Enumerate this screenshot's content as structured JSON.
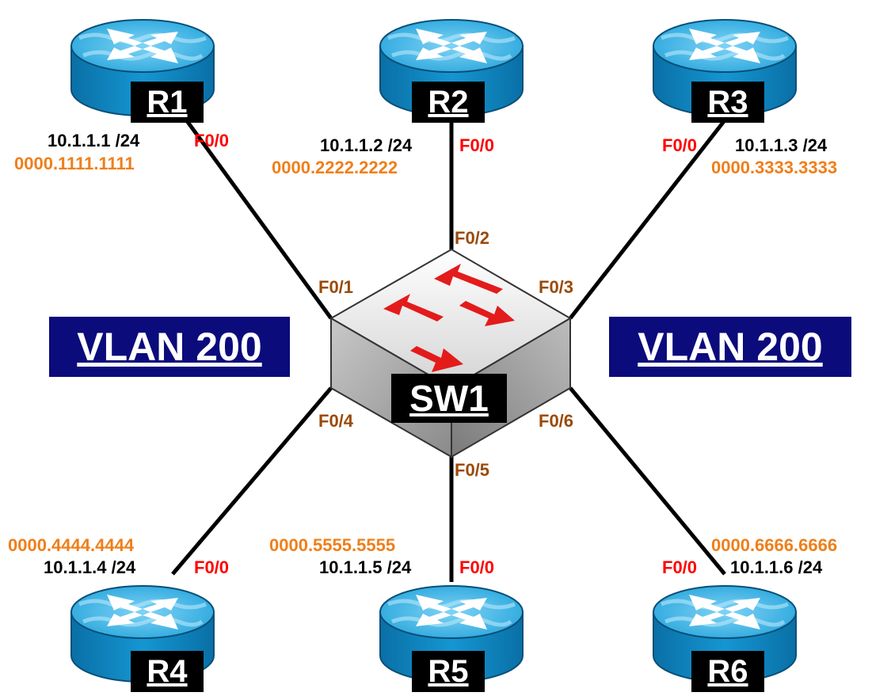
{
  "routers": [
    {
      "name": "R1",
      "ip": "10.1.1.1 /24",
      "mac": "0000.1111.1111",
      "port": "F0/0"
    },
    {
      "name": "R2",
      "ip": "10.1.1.2 /24",
      "mac": "0000.2222.2222",
      "port": "F0/0"
    },
    {
      "name": "R3",
      "ip": "10.1.1.3 /24",
      "mac": "0000.3333.3333",
      "port": "F0/0"
    },
    {
      "name": "R4",
      "ip": "10.1.1.4 /24",
      "mac": "0000.4444.4444",
      "port": "F0/0"
    },
    {
      "name": "R5",
      "ip": "10.1.1.5 /24",
      "mac": "0000.5555.5555",
      "port": "F0/0"
    },
    {
      "name": "R6",
      "ip": "10.1.1.6 /24",
      "mac": "0000.6666.6666",
      "port": "F0/0"
    }
  ],
  "switch": {
    "name": "SW1",
    "ports": [
      "F0/1",
      "F0/2",
      "F0/3",
      "F0/4",
      "F0/5",
      "F0/6"
    ]
  },
  "vlans": [
    {
      "label": "VLAN 200"
    },
    {
      "label": "VLAN 200"
    }
  ],
  "colors": {
    "ip": "#000000",
    "mac": "#ef7f1a",
    "router_port": "#ff0000",
    "switch_port": "#9a4a08",
    "vlan_box": "#0b0b7c",
    "router_body": "#1b9fd6",
    "switch_arrows": "#e31b1b"
  },
  "icons": [
    "router-icon",
    "switch-icon"
  ]
}
